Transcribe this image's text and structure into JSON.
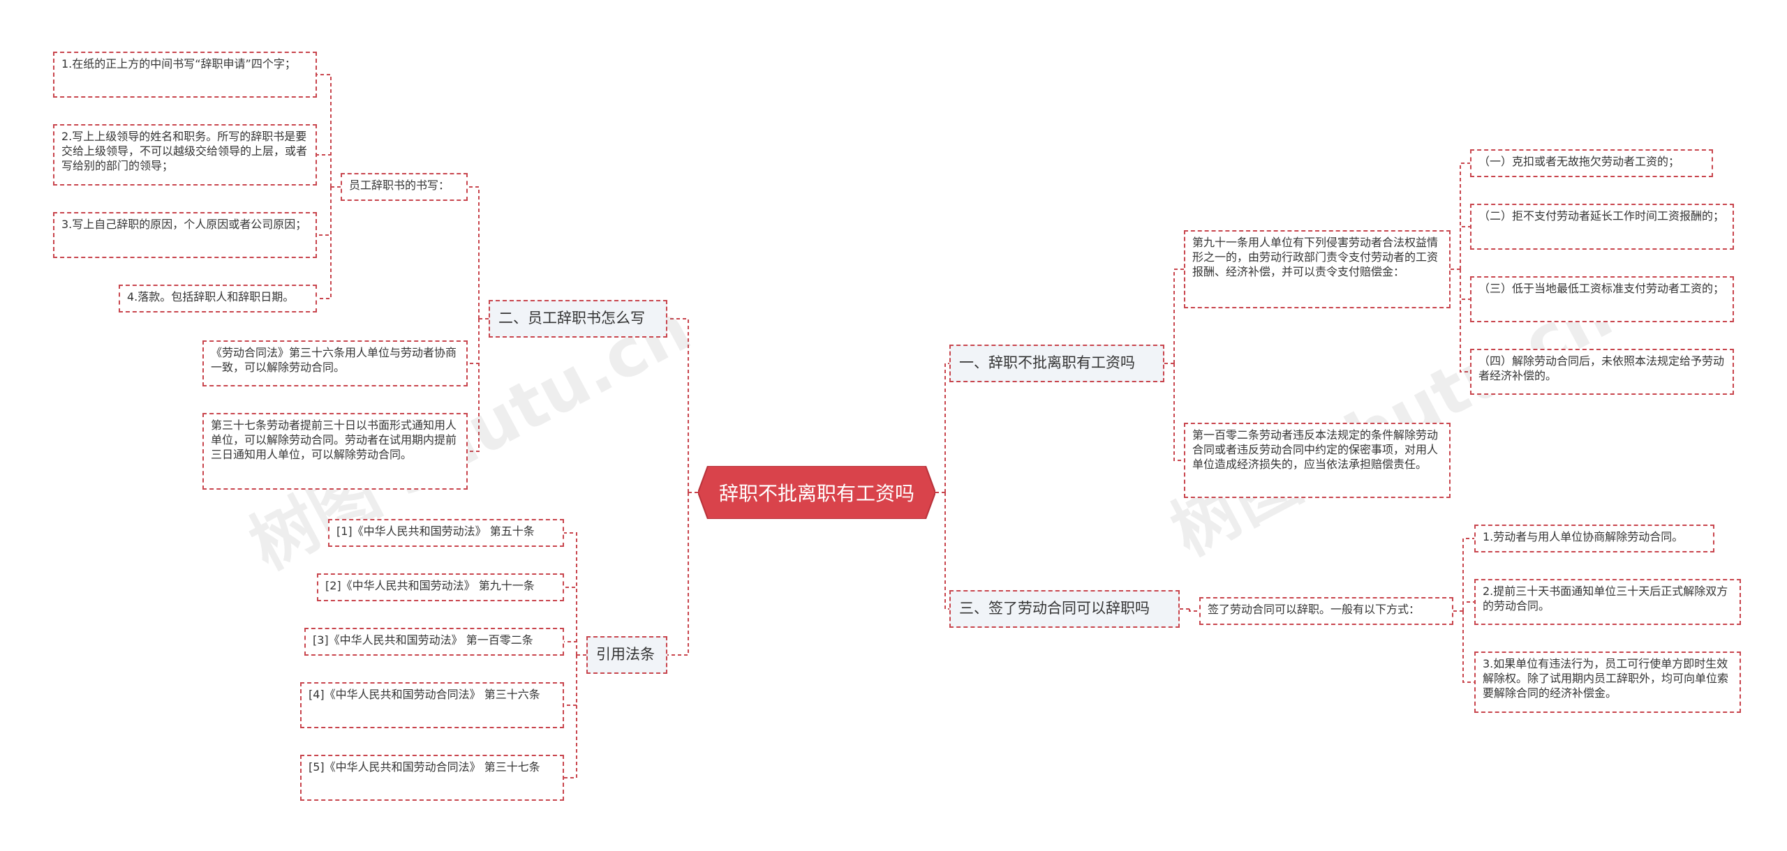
{
  "root": "辞职不批离职有工资吗",
  "watermark": "树图 shutu.cn",
  "branches": {
    "b1": {
      "title": "一、辞职不批离职有工资吗",
      "n1": "第九十一条用人单位有下列侵害劳动者合法权益情形之一的，由劳动行政部门责令支付劳动者的工资报酬、经济补偿，并可以责令支付赔偿金：",
      "n1_items": [
        "（一）克扣或者无故拖欠劳动者工资的；",
        "（二）拒不支付劳动者延长工作时间工资报酬的；",
        "（三）低于当地最低工资标准支付劳动者工资的；",
        "（四）解除劳动合同后，未依照本法规定给予劳动者经济补偿的。"
      ],
      "n2": "第一百零二条劳动者违反本法规定的条件解除劳动合同或者违反劳动合同中约定的保密事项，对用人单位造成经济损失的，应当依法承担赔偿责任。"
    },
    "b3": {
      "title": "三、签了劳动合同可以辞职吗",
      "n1": "签了劳动合同可以辞职。一般有以下方式：",
      "n1_items": [
        "1.劳动者与用人单位协商解除劳动合同。",
        "2.提前三十天书面通知单位三十天后正式解除双方的劳动合同。",
        "3.如果单位有违法行为，员工可行使单方即时生效解除权。除了试用期内员工辞职外，均可向单位索要解除合同的经济补偿金。"
      ]
    },
    "b2": {
      "title": "二、员工辞职书怎么写",
      "n1": "员工辞职书的书写：",
      "n1_items": [
        "1.在纸的正上方的中间书写“辞职申请”四个字；",
        "2.写上上级领导的姓名和职务。所写的辞职书是要交给上级领导，不可以越级交给领导的上层，或者写给别的部门的领导；",
        "3.写上自己辞职的原因，个人原因或者公司原因；",
        "4.落款。包括辞职人和辞职日期。"
      ],
      "n2": "《劳动合同法》第三十六条用人单位与劳动者协商一致，可以解除劳动合同。",
      "n3": "第三十七条劳动者提前三十日以书面形式通知用人单位，可以解除劳动合同。劳动者在试用期内提前三日通知用人单位，可以解除劳动合同。"
    },
    "b4": {
      "title": "引用法条",
      "items": [
        "[1]《中华人民共和国劳动法》 第五十条",
        "[2]《中华人民共和国劳动法》 第九十一条",
        "[3]《中华人民共和国劳动法》 第一百零二条",
        "[4]《中华人民共和国劳动合同法》 第三十六条",
        "[5]《中华人民共和国劳动合同法》 第三十七条"
      ]
    }
  },
  "colors": {
    "accent": "#d9434b",
    "accent_dark": "#b8323a",
    "line": "#c8444c",
    "l1_fill": "#f1f4f8",
    "text": "#333333"
  }
}
